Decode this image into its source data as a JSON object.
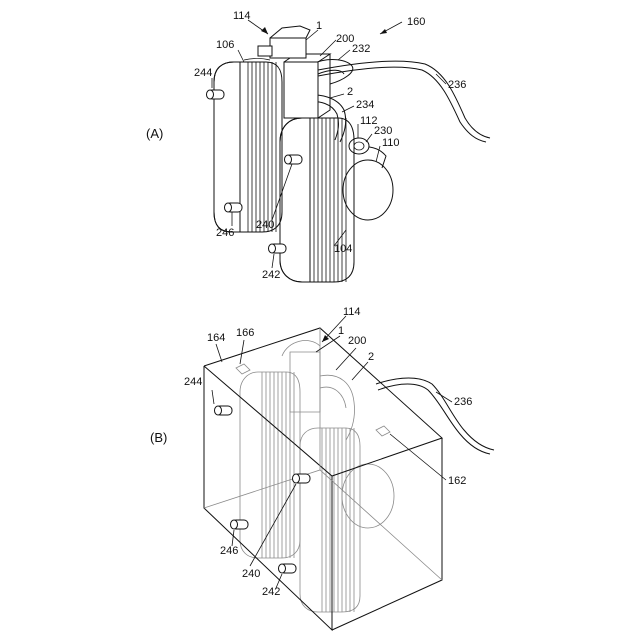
{
  "panels": {
    "a": "(A)",
    "b": "(B)"
  },
  "labels_a": {
    "r114": "114",
    "r1": "1",
    "r160": "160",
    "r200": "200",
    "r106": "106",
    "r232": "232",
    "r244": "244",
    "r236": "236",
    "r2": "2",
    "r234": "234",
    "r112": "112",
    "r230": "230",
    "r110": "110",
    "r240": "240",
    "r246": "246",
    "r104": "104",
    "r242": "242"
  },
  "labels_b": {
    "r114": "114",
    "r166": "166",
    "r164": "164",
    "r1": "1",
    "r200": "200",
    "r2": "2",
    "r244": "244",
    "r236": "236",
    "r162": "162",
    "r246": "246",
    "r240": "240",
    "r242": "242"
  }
}
